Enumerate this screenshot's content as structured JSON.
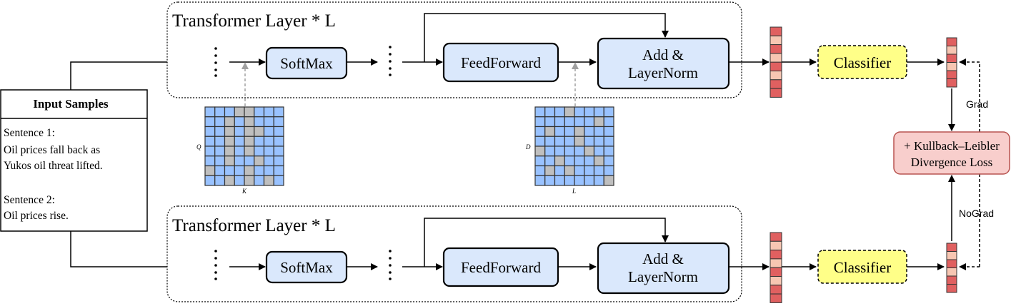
{
  "input_samples": {
    "title": "Input Samples",
    "lines": [
      "Sentence 1:",
      "Oil prices fall back as",
      "Yukos oil threat lifted.",
      "",
      "Sentence 2:",
      "Oil prices rise."
    ]
  },
  "branches": [
    {
      "layer_title": "Transformer Layer * L",
      "softmax": "SoftMax",
      "feedforward": "FeedForward",
      "addnorm_line1": "Add &",
      "addnorm_line2": "LayerNorm",
      "classifier": "Classifier"
    },
    {
      "layer_title": "Transformer Layer * L",
      "softmax": "SoftMax",
      "feedforward": "FeedForward",
      "addnorm_line1": "Add &",
      "addnorm_line2": "LayerNorm",
      "classifier": "Classifier"
    }
  ],
  "attention_mask": {
    "row_label": "Q",
    "col_label": "K"
  },
  "ffn_mask": {
    "row_label": "D",
    "col_label": "L"
  },
  "loss": {
    "line1": "+ Kullback–Leibler",
    "line2": "Divergence Loss"
  },
  "grad_label": "Grad",
  "nograd_label": "NoGrad",
  "colors": {
    "block_fill": "#dae8fc",
    "classifier_fill": "#ffff88",
    "loss_fill": "#f8cecc",
    "loss_stroke": "#b85450",
    "grid_blue": "#99c2ff",
    "grid_gray": "#bfbfbf",
    "vec_dark": "#e06060",
    "vec_light": "#f7c6b2"
  }
}
